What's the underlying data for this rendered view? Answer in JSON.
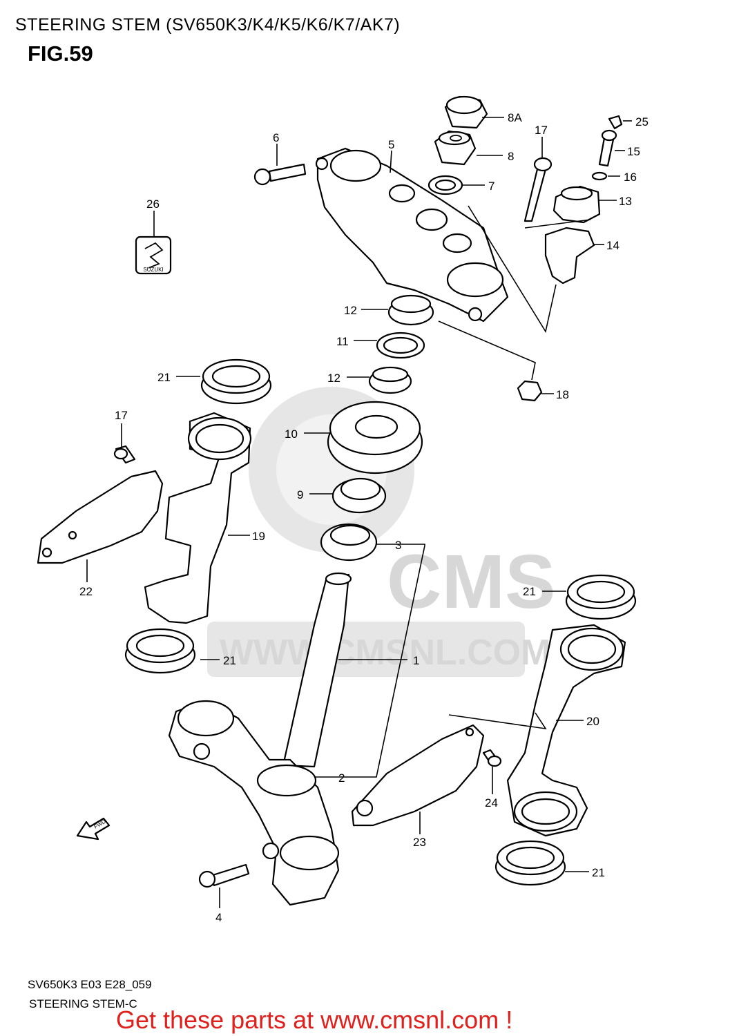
{
  "header": {
    "title": "STEERING STEM (SV650K3/K4/K5/K6/K7/AK7)",
    "fig_label": "FIG.59"
  },
  "watermark": {
    "logo_text": "CMS",
    "url_text": "WWW.CMSNL.COM"
  },
  "callouts": {
    "c1": "1",
    "c2": "2",
    "c3": "3",
    "c4": "4",
    "c5": "5",
    "c6": "6",
    "c7": "7",
    "c8": "8",
    "c8a": "8A",
    "c9": "9",
    "c10": "10",
    "c11": "11",
    "c12a": "12",
    "c12b": "12",
    "c13": "13",
    "c14": "14",
    "c15": "15",
    "c16": "16",
    "c17a": "17",
    "c17b": "17",
    "c18": "18",
    "c19": "19",
    "c20": "20",
    "c21a": "21",
    "c21b": "21",
    "c21c": "21",
    "c21d": "21",
    "c22": "22",
    "c23": "23",
    "c24": "24",
    "c25": "25",
    "c26": "26"
  },
  "emblem": {
    "text": "SUZUKI"
  },
  "fwd_arrow": {
    "text": "FWD"
  },
  "footer": {
    "code": "SV650K3 E03 E28_059",
    "name": "STEERING STEM-C",
    "promo": "Get these parts at www.cmsnl.com !"
  }
}
